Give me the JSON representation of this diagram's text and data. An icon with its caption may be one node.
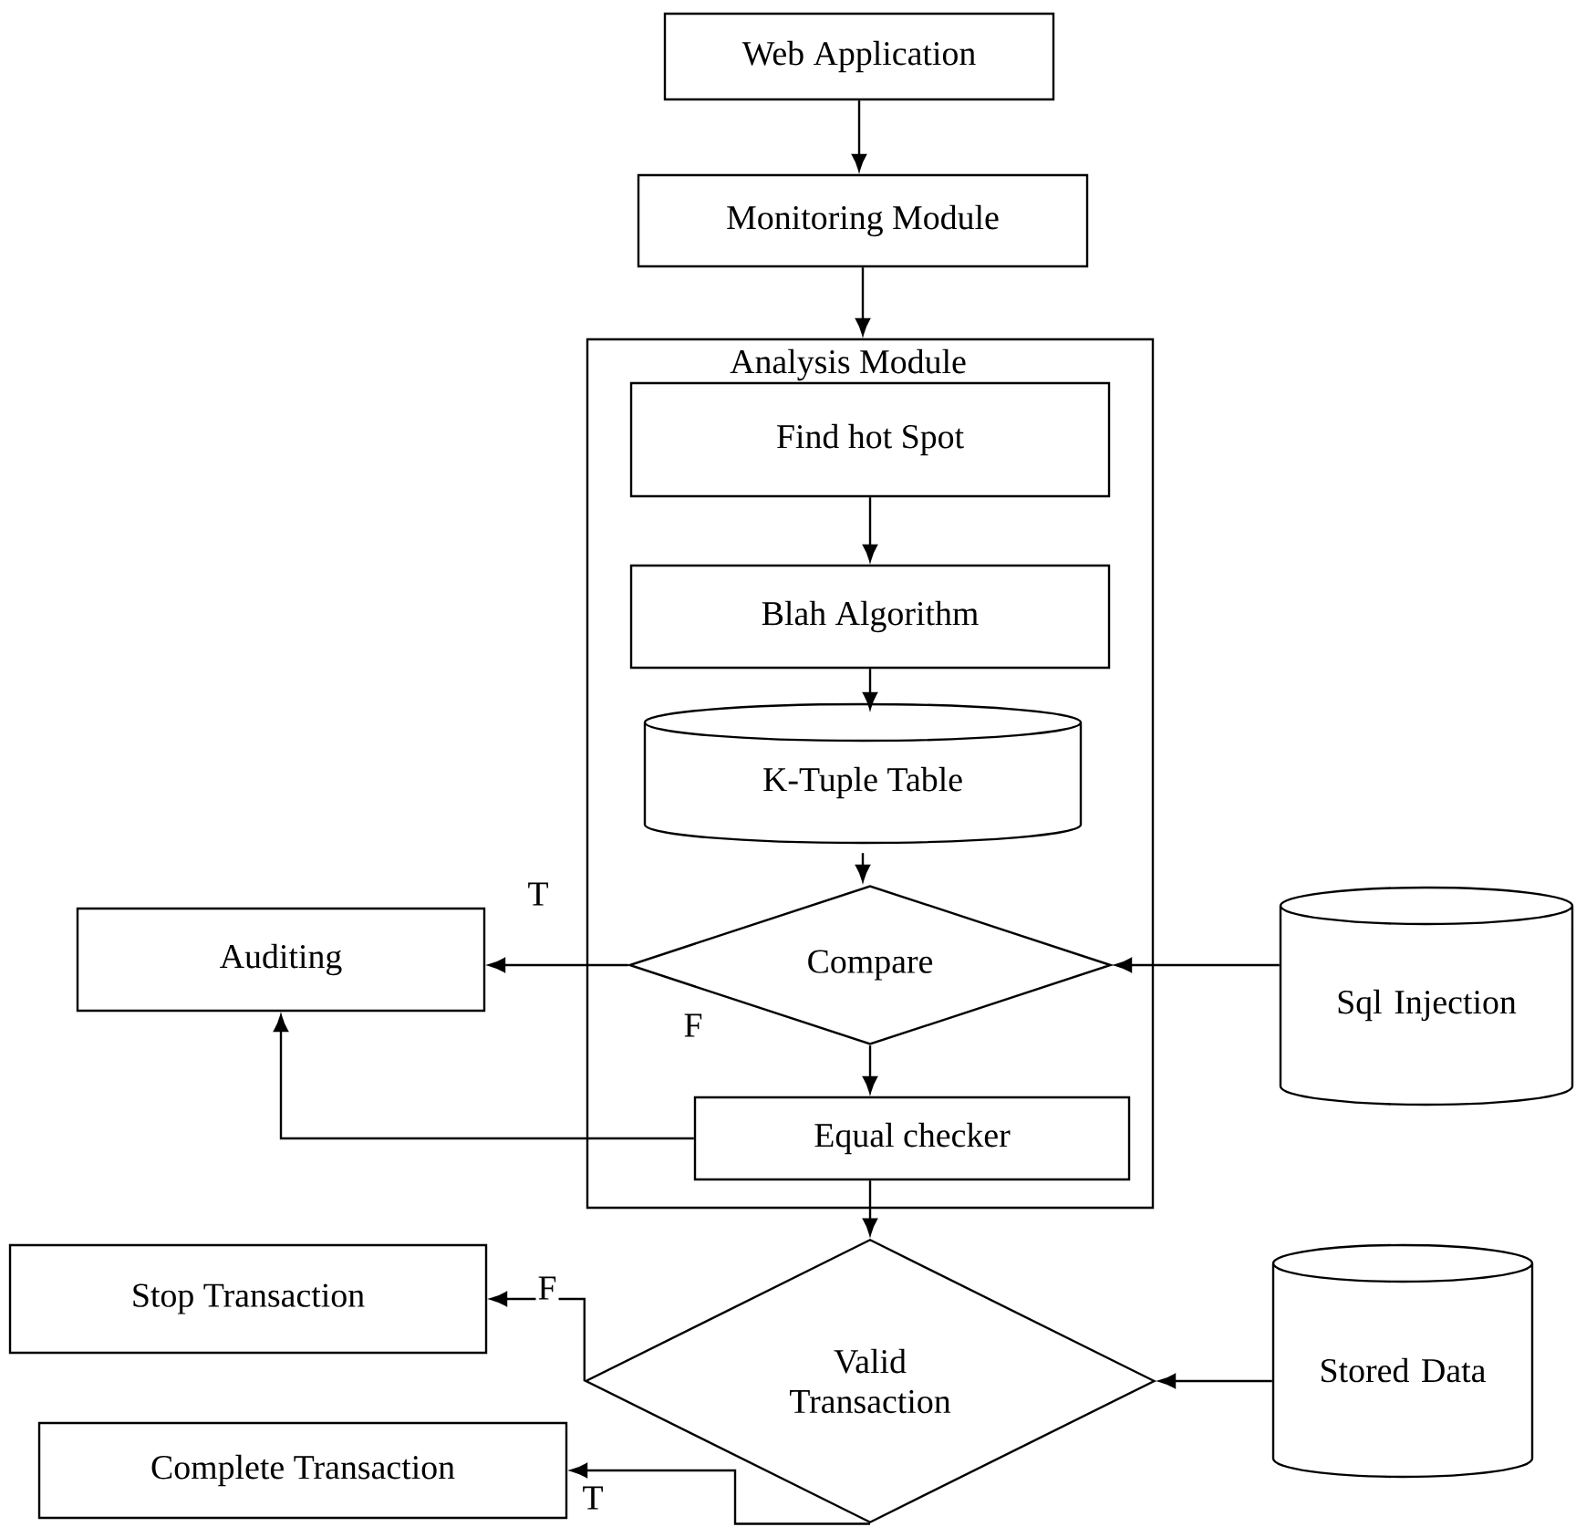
{
  "diagram": {
    "nodes": [
      {
        "text": [
          "Web Application"
        ]
      },
      {
        "text": [
          "Monitoring Module"
        ]
      },
      {
        "text": [
          "Analysis Module"
        ]
      },
      {
        "text": [
          "Find hot Spot"
        ],
        "in": 2
      },
      {
        "text": [
          "Blah Algorithm"
        ],
        "in": 2
      },
      {
        "text": [
          "K-Tuple Table"
        ],
        "in": 2
      },
      {
        "text": [
          "Compare"
        ],
        "in": 2
      },
      {
        "text": [
          "Auditing"
        ]
      },
      {
        "text": [
          "Sql Injection"
        ]
      },
      {
        "text": [
          "Equal checker"
        ],
        "in": 2
      },
      {
        "text": [
          "Valid Transaction"
        ]
      },
      {
        "text": [
          "Stop Transaction"
        ]
      },
      {
        "text": [
          "Stored Data"
        ]
      },
      {
        "text": [
          "Complete Transaction"
        ]
      }
    ],
    "edges": [
      {
        "from": 0,
        "to": 1,
        "arrow": "to"
      },
      {
        "from": 1,
        "to": 2,
        "arrow": "to"
      },
      {
        "from": 3,
        "to": 4,
        "arrow": "to"
      },
      {
        "from": 4,
        "to": 5,
        "arrow": "to"
      },
      {
        "from": 5,
        "to": 6,
        "arrow": "to"
      },
      {
        "from": 6,
        "to": 7,
        "arrow": "to",
        "label": "T"
      },
      {
        "from": 8,
        "to": 6,
        "arrow": "to"
      },
      {
        "from": 6,
        "to": 9,
        "arrow": "to",
        "label": "F"
      },
      {
        "from": 9,
        "to": 7,
        "arrow": "to"
      },
      {
        "from": 9,
        "to": 10,
        "arrow": "to"
      },
      {
        "from": 12,
        "to": 10,
        "arrow": "to"
      },
      {
        "from": 10,
        "to": 11,
        "arrow": "to",
        "label": "F"
      },
      {
        "from": 10,
        "to": 13,
        "arrow": "to",
        "label": "T"
      }
    ]
  }
}
